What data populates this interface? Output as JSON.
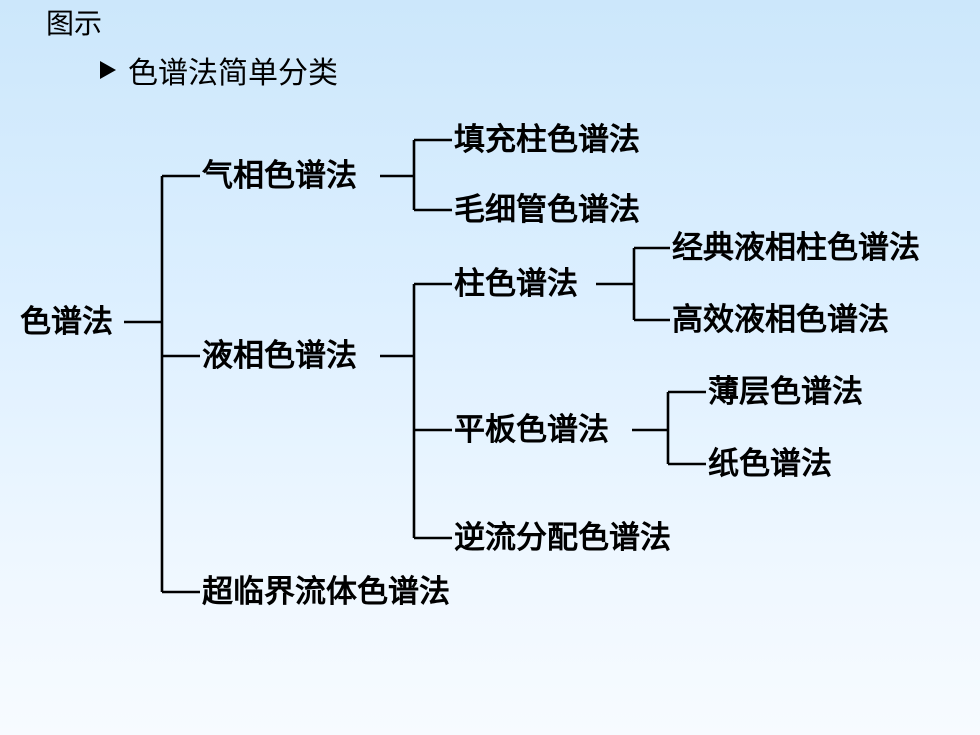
{
  "page": {
    "heading": "图示"
  },
  "bullet": {
    "text": "色谱法简单分类",
    "icon": "arrowhead-bullet-icon"
  },
  "tree": {
    "root": "色谱法",
    "gas": "气相色谱法",
    "gas_packed": "填充柱色谱法",
    "gas_capillary": "毛细管色谱法",
    "liquid": "液相色谱法",
    "column": "柱色谱法",
    "column_classic": "经典液相柱色谱法",
    "column_hplc": "高效液相色谱法",
    "planar": "平板色谱法",
    "planar_tlc": "薄层色谱法",
    "planar_paper": "纸色谱法",
    "countercurrent": "逆流分配色谱法",
    "supercritical": "超临界流体色谱法"
  }
}
